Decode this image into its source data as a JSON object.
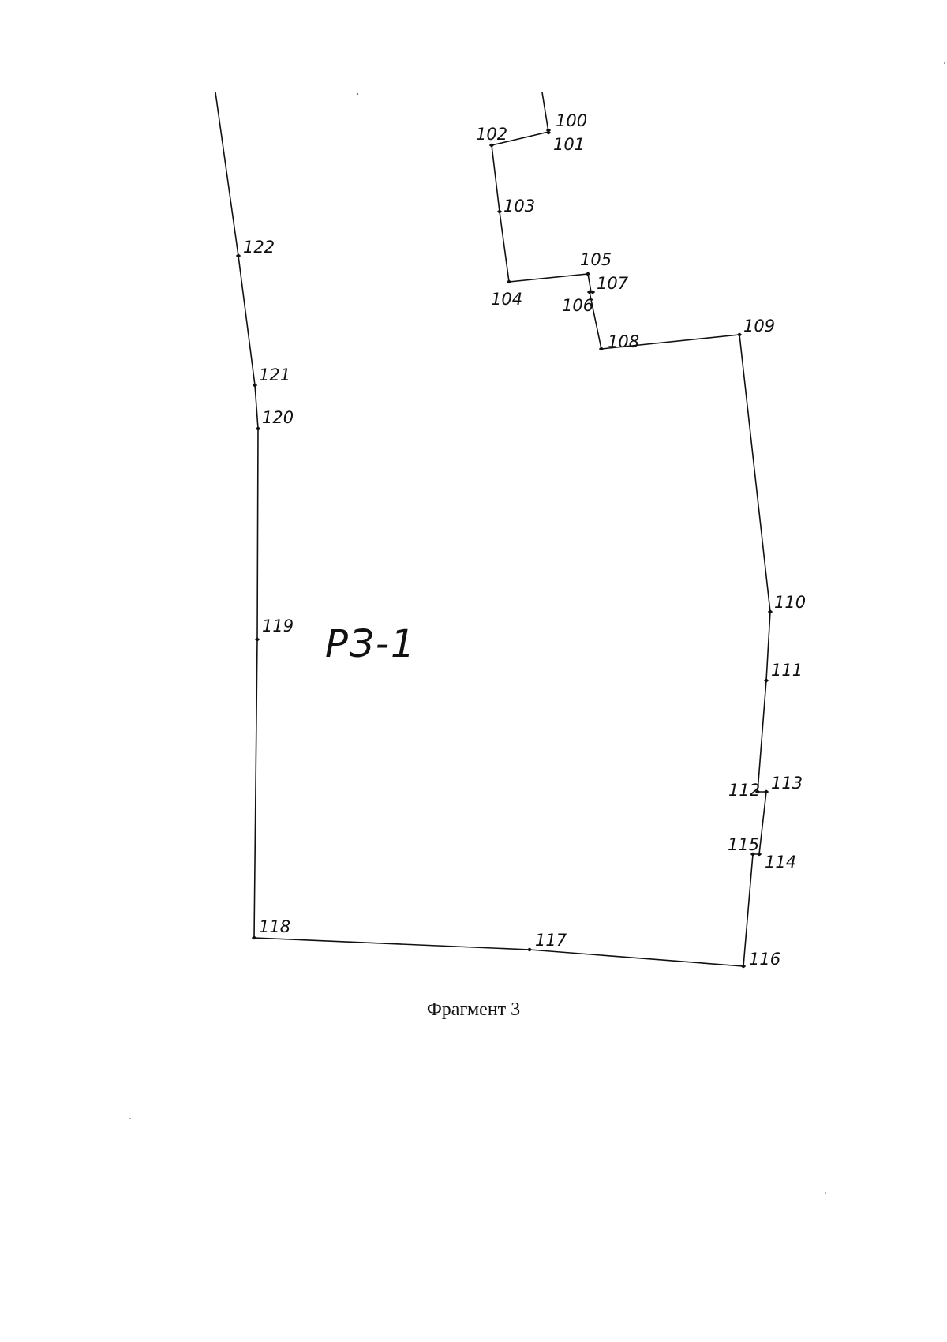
{
  "caption": "Фрагмент 3",
  "zone_label": "РЗ-1",
  "points": [
    {
      "id": "100",
      "label": "100"
    },
    {
      "id": "101",
      "label": "101"
    },
    {
      "id": "102",
      "label": "102"
    },
    {
      "id": "103",
      "label": "103"
    },
    {
      "id": "104",
      "label": "104"
    },
    {
      "id": "105",
      "label": "105"
    },
    {
      "id": "106",
      "label": "106"
    },
    {
      "id": "107",
      "label": "107"
    },
    {
      "id": "108",
      "label": "108"
    },
    {
      "id": "109",
      "label": "109"
    },
    {
      "id": "110",
      "label": "110"
    },
    {
      "id": "111",
      "label": "111"
    },
    {
      "id": "112",
      "label": "112"
    },
    {
      "id": "113",
      "label": "113"
    },
    {
      "id": "114",
      "label": "114"
    },
    {
      "id": "115",
      "label": "115"
    },
    {
      "id": "116",
      "label": "116"
    },
    {
      "id": "117",
      "label": "117"
    },
    {
      "id": "118",
      "label": "118"
    },
    {
      "id": "119",
      "label": "119"
    },
    {
      "id": "120",
      "label": "120"
    },
    {
      "id": "121",
      "label": "121"
    },
    {
      "id": "122",
      "label": "122"
    }
  ]
}
